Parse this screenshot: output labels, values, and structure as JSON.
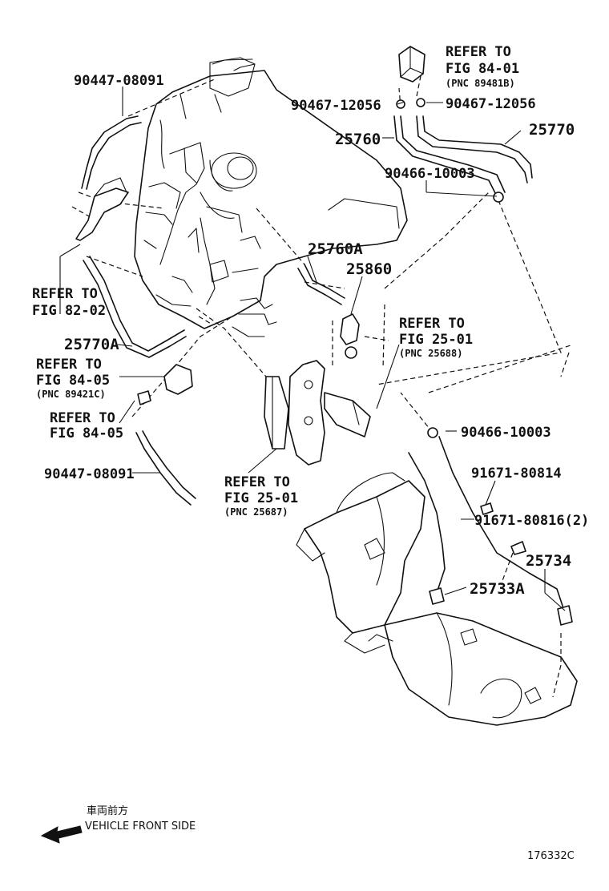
{
  "diagram": {
    "labels": {
      "refer_84_01": [
        "REFER TO",
        "FIG 84-01",
        "(PNC 89481B)"
      ],
      "p90447_top": "90447-08091",
      "p90467_left": "90467-12056",
      "p90467_right": "90467-12056",
      "p25760": "25760",
      "p25770": "25770",
      "p90466_top": "90466-10003",
      "p25760A": "25760A",
      "p25860": "25860",
      "refer_82_02": [
        "REFER TO",
        "FIG 82-02"
      ],
      "p25770A": "25770A",
      "refer_25_01_a": [
        "REFER TO",
        "FIG 25-01",
        "(PNC 25688)"
      ],
      "refer_84_05_a": [
        "REFER TO",
        "FIG 84-05",
        "(PNC 89421C)"
      ],
      "refer_84_05_b": [
        "REFER TO",
        "FIG 84-05"
      ],
      "p90466_mid": "90466-10003",
      "p90447_bottom": "90447-08091",
      "p91671_80814": "91671-80814",
      "refer_25_01_b": [
        "REFER TO",
        "FIG 25-01",
        "(PNC 25687)"
      ],
      "p91671_80816": "91671-80816(2)",
      "p25734": "25734",
      "p25733A": "25733A"
    },
    "direction_jp": "車両前方",
    "direction_en": "VEHICLE FRONT SIDE",
    "figure_id": "176332C"
  }
}
